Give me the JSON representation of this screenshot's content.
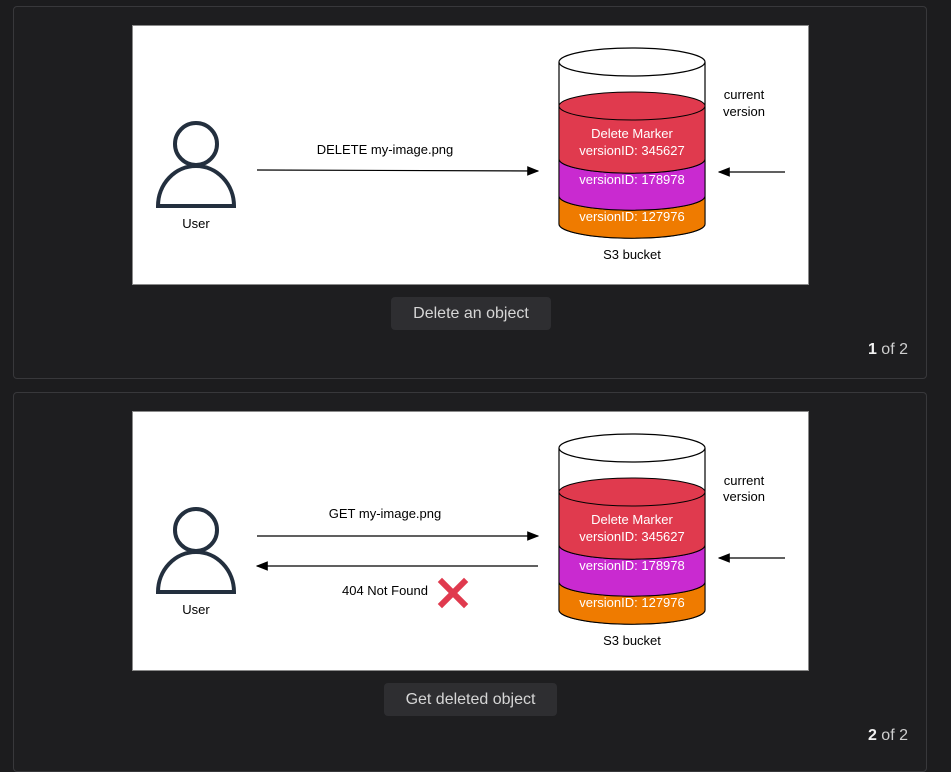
{
  "slides": [
    {
      "request_label": "DELETE my-image.png",
      "user_label": "User",
      "bucket_label": "S3 bucket",
      "current_version_line1": "current",
      "current_version_line2": "version",
      "delete_marker_line1": "Delete Marker",
      "delete_marker_line2": "versionID: 345627",
      "version_middle": "versionID: 178978",
      "version_bottom": "versionID: 127976",
      "caption": "Delete an object",
      "page_current": "1",
      "page_of": " of 2"
    },
    {
      "request_label": "GET my-image.png",
      "response_label": "404 Not Found",
      "user_label": "User",
      "bucket_label": "S3 bucket",
      "current_version_line1": "current",
      "current_version_line2": "version",
      "delete_marker_line1": "Delete Marker",
      "delete_marker_line2": "versionID: 345627",
      "version_middle": "versionID: 178978",
      "version_bottom": "versionID: 127976",
      "caption": "Get deleted object",
      "page_current": "2",
      "page_of": " of 2"
    }
  ],
  "colors": {
    "delete_marker": "#e03a4e",
    "version_middle": "#c92ad0",
    "version_bottom": "#ef7b00",
    "error_x": "#e03a4e",
    "user_icon": "#232f3e"
  },
  "icons": {
    "user": "user-icon",
    "bucket": "s3-bucket-icon",
    "error": "error-x-icon"
  }
}
